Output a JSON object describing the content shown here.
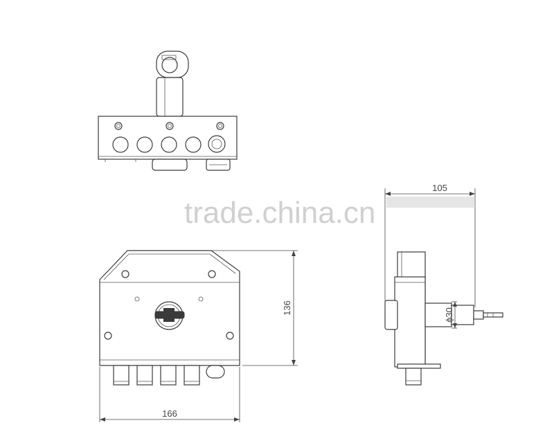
{
  "dimensions": {
    "width_label": "166",
    "height_label": "136",
    "depth_label": "105",
    "diameter_label": "ϕ30"
  },
  "watermark": "trade.china.cn"
}
